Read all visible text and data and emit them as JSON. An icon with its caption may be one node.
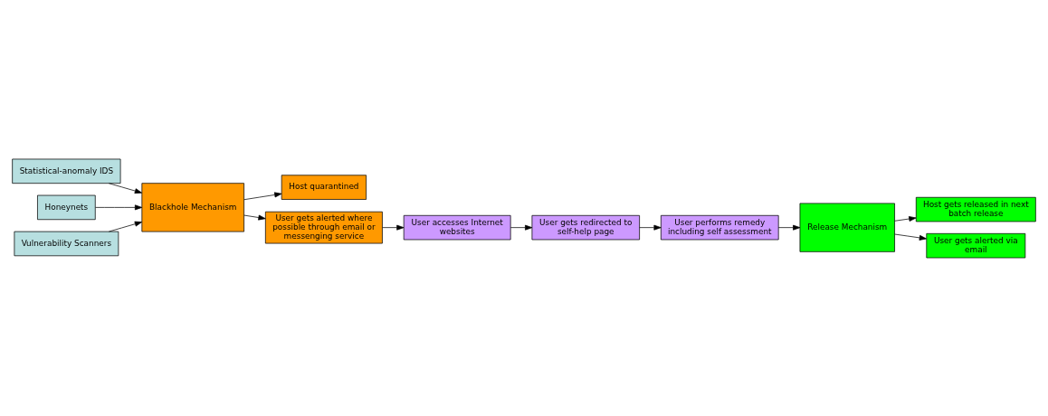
{
  "diagram": {
    "nodes": [
      {
        "text": [
          "Statistical-anomaly IDS"
        ]
      },
      {
        "text": [
          "Honeynets"
        ]
      },
      {
        "text": [
          "Vulnerability Scanners"
        ]
      },
      {
        "text": [
          "Blackhole Mechanism"
        ]
      },
      {
        "text": [
          "Host quarantined"
        ]
      },
      {
        "text": [
          "User gets alerted where possible through email or messenging service"
        ]
      },
      {
        "text": [
          "User accesses Internet websites"
        ]
      },
      {
        "text": [
          "User gets redirected to self-help page"
        ]
      },
      {
        "text": [
          "User performs remedy including self assessment"
        ]
      },
      {
        "text": [
          "Release Mechanism"
        ]
      },
      {
        "text": [
          "Host gets released in next batch release"
        ]
      },
      {
        "text": [
          "User gets alerted via email"
        ]
      }
    ],
    "edges": [
      {
        "from": 0,
        "to": 3,
        "arrow": "to"
      },
      {
        "from": 1,
        "to": 3,
        "arrow": "to"
      },
      {
        "from": 2,
        "to": 3,
        "arrow": "to"
      },
      {
        "from": 3,
        "to": 4,
        "arrow": "to"
      },
      {
        "from": 3,
        "to": 5,
        "arrow": "to"
      },
      {
        "from": 5,
        "to": 6,
        "arrow": "to"
      },
      {
        "from": 6,
        "to": 7,
        "arrow": "to"
      },
      {
        "from": 7,
        "to": 8,
        "arrow": "to"
      },
      {
        "from": 8,
        "to": 9,
        "arrow": "to"
      },
      {
        "from": 9,
        "to": 10,
        "arrow": "to"
      },
      {
        "from": 9,
        "to": 11,
        "arrow": "to"
      }
    ]
  }
}
